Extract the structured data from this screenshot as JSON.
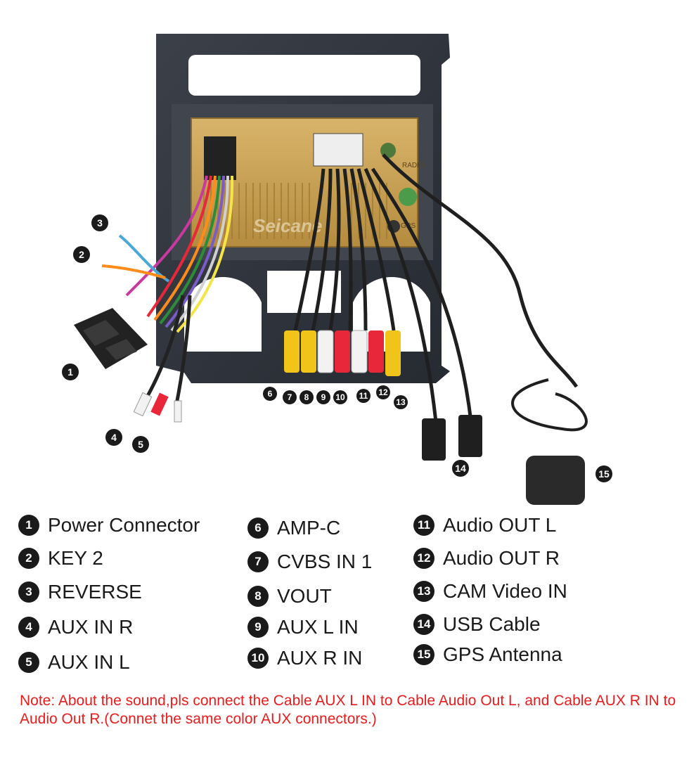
{
  "watermark": "Seicane",
  "panel_labels": {
    "radio": "RADIO",
    "gps": "GPS"
  },
  "callouts": [
    "1",
    "2",
    "3",
    "4",
    "5",
    "6",
    "7",
    "8",
    "9",
    "10",
    "11",
    "12",
    "13",
    "14",
    "15"
  ],
  "legend": [
    {
      "num": "1",
      "label": "Power Connector"
    },
    {
      "num": "2",
      "label": "KEY 2"
    },
    {
      "num": "3",
      "label": "REVERSE"
    },
    {
      "num": "4",
      "label": "AUX IN R"
    },
    {
      "num": "5",
      "label": "AUX IN L"
    },
    {
      "num": "6",
      "label": "AMP-C"
    },
    {
      "num": "7",
      "label": "CVBS IN 1"
    },
    {
      "num": "8",
      "label": "VOUT"
    },
    {
      "num": "9",
      "label": "AUX L IN"
    },
    {
      "num": "10",
      "label": "AUX R IN"
    },
    {
      "num": "11",
      "label": "Audio OUT L"
    },
    {
      "num": "12",
      "label": "Audio OUT R"
    },
    {
      "num": "13",
      "label": "CAM Video IN"
    },
    {
      "num": "14",
      "label": "USB Cable"
    },
    {
      "num": "15",
      "label": "GPS Antenna"
    }
  ],
  "note": "Note: About the sound,pls connect the Cable AUX L IN to Cable Audio Out L, and Cable AUX R IN to Audio Out R.(Connet the same color AUX connectors.)",
  "colors": {
    "frame": "#2f343c",
    "unit": "#c9a258",
    "rca_yellow": "#f0c419",
    "rca_red": "#e8283a",
    "rca_white": "#f2f2f2",
    "note": "#e81c1c"
  }
}
